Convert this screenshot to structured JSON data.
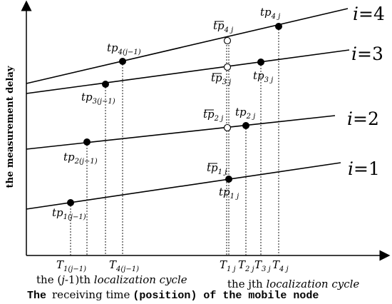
{
  "axes": {
    "ylabel": "the  measurement delay",
    "xlabel_prefix": "The",
    "xlabel_mid": "receiving time",
    "xlabel_paren": "(position)",
    "xlabel_suffix": "of the mobile node"
  },
  "lines": [
    {
      "i": "i",
      "eq": "=1"
    },
    {
      "i": "i",
      "eq": "=2"
    },
    {
      "i": "i",
      "eq": "=3"
    },
    {
      "i": "i",
      "eq": "=4"
    }
  ],
  "cycles": {
    "prev": {
      "pre": "the (",
      "mid": "j",
      "post": "-1)th ",
      "tail": "localization cycle"
    },
    "curr": {
      "pre": "the jth ",
      "tail": "localization cycle"
    }
  },
  "point_labels": {
    "tp1_prev": {
      "base": "tp",
      "sub": "1(j−1)"
    },
    "tp2_prev": {
      "base": "tp",
      "sub": "2(j−1)"
    },
    "tp3_prev": {
      "base": "tp",
      "sub": "3(j−1)"
    },
    "tp4_prev": {
      "base": "tp",
      "sub": "4(j−1)"
    },
    "tp1_curr": {
      "base": "tp",
      "sub": "1 j"
    },
    "tp2_curr": {
      "base": "tp",
      "sub": "2 j"
    },
    "tp3_curr": {
      "base": "tp",
      "sub": "3 j"
    },
    "tp4_curr": {
      "base": "tp",
      "sub": "4 j"
    },
    "tpbar1": {
      "base": "tp",
      "sub": "1 j"
    },
    "tpbar2": {
      "base": "tp",
      "sub": "2 j"
    },
    "tpbar3": {
      "base": "tp",
      "sub": "3 j"
    },
    "tpbar4": {
      "base": "tp",
      "sub": "4 j"
    }
  },
  "tick_labels": {
    "T1prev": {
      "base": "T",
      "sub": "1(j−1)"
    },
    "T4prev": {
      "base": "T",
      "sub": "4(j−1)"
    },
    "T1j": {
      "base": "T",
      "sub": "1 j"
    },
    "T2j": {
      "base": "T",
      "sub": "2 j"
    },
    "T3j": {
      "base": "T",
      "sub": "3 j"
    },
    "T4j": {
      "base": "T",
      "sub": "4 j"
    }
  }
}
